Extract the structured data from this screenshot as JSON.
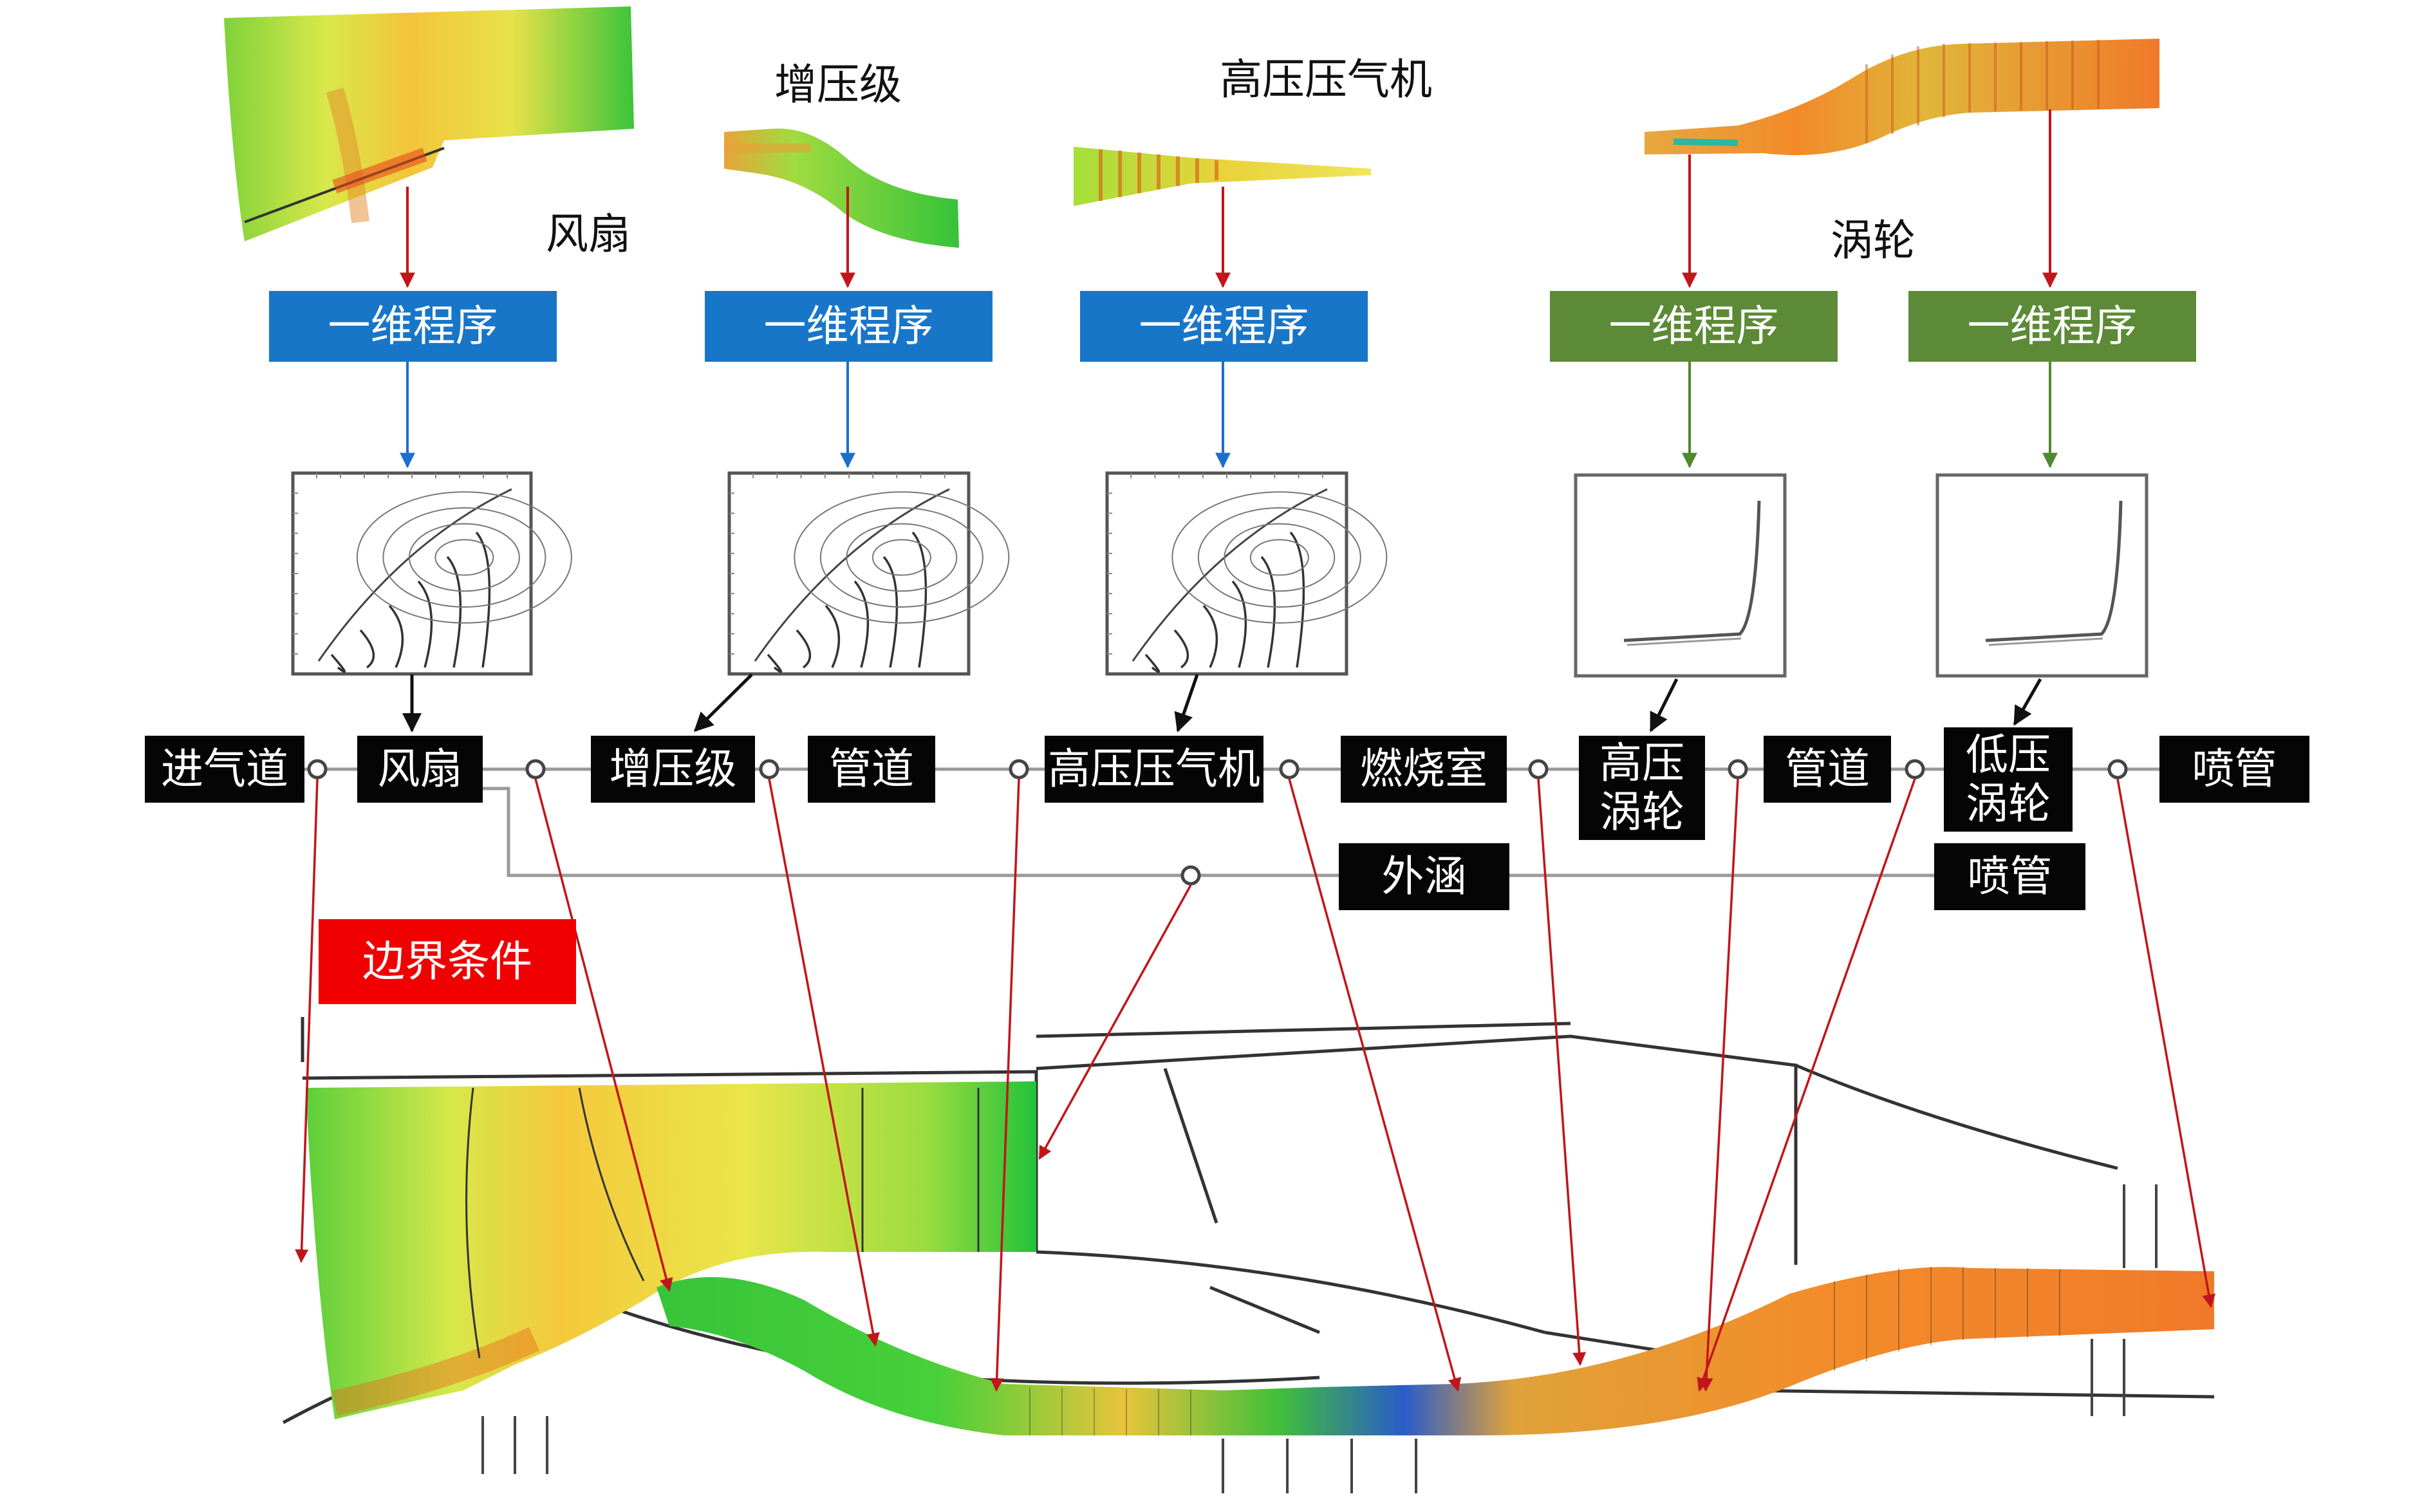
{
  "labels": {
    "fan": "风扇",
    "booster": "增压级",
    "hpc": "高压压气机",
    "turbine": "涡轮"
  },
  "program_label": "一维程序",
  "colors": {
    "program_blue": "#1876c8",
    "program_green": "#5c8a36",
    "arrow_red": "#c0161b",
    "arrow_blue": "#1d6fcc",
    "arrow_green": "#4e8a2c",
    "node_black": "#050505",
    "boundary_red": "#f00000"
  },
  "boundary_label": "边界条件",
  "flow_nodes": [
    {
      "id": "inlet",
      "label": "进气道"
    },
    {
      "id": "fan",
      "label": "风扇"
    },
    {
      "id": "booster",
      "label": "增压级"
    },
    {
      "id": "duct1",
      "label": "管道"
    },
    {
      "id": "hpc",
      "label": "高压压气机"
    },
    {
      "id": "combustor",
      "label": "燃烧室"
    },
    {
      "id": "hpt",
      "label_line1": "高压",
      "label_line2": "涡轮"
    },
    {
      "id": "duct2",
      "label": "管道"
    },
    {
      "id": "lpt",
      "label_line1": "低压",
      "label_line2": "涡轮"
    },
    {
      "id": "core_nozzle",
      "label": "喷管"
    }
  ],
  "bypass_nodes": [
    {
      "id": "bypass",
      "label": "外涵"
    },
    {
      "id": "bypass_nozzle",
      "label": "喷管"
    }
  ],
  "maps": [
    {
      "id": "fan-map",
      "kind": "compressor-map"
    },
    {
      "id": "booster-map",
      "kind": "compressor-map"
    },
    {
      "id": "hpc-map",
      "kind": "compressor-map"
    },
    {
      "id": "hpt-map",
      "kind": "turbine-map"
    },
    {
      "id": "lpt-map",
      "kind": "turbine-map"
    }
  ]
}
